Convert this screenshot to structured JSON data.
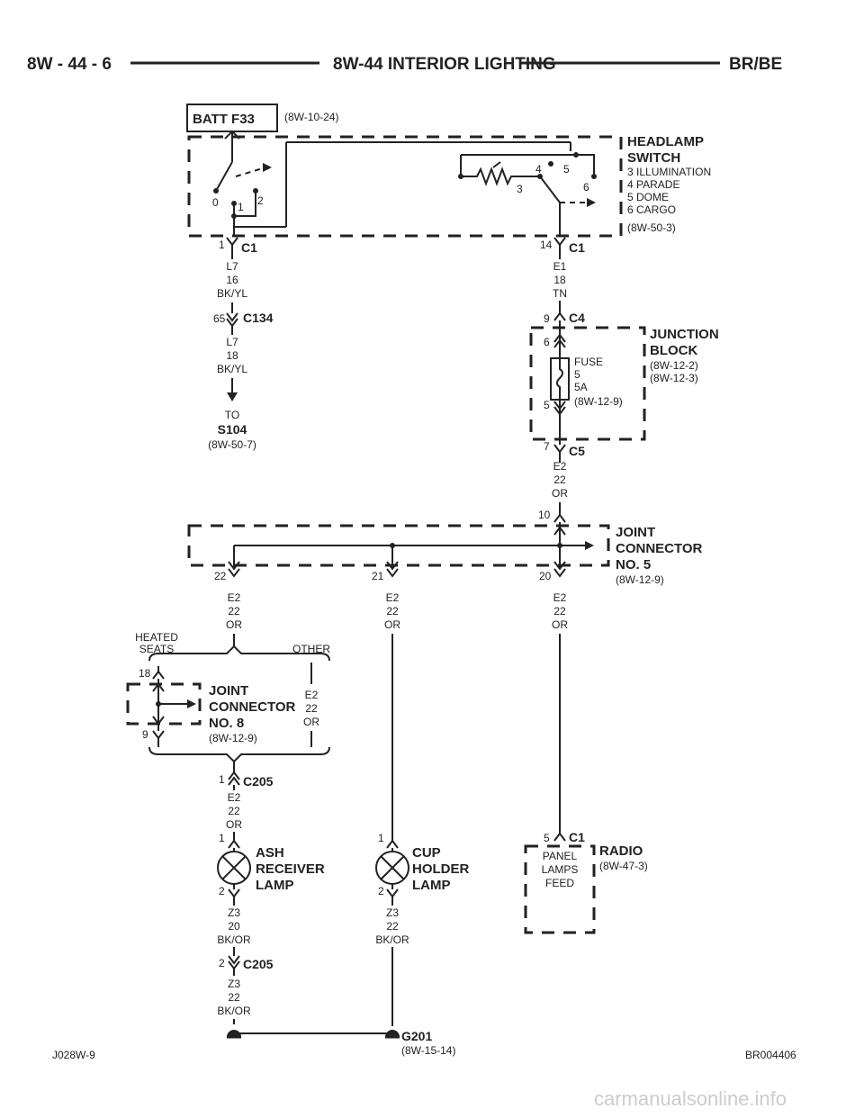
{
  "header": {
    "page_number": "8W - 44 - 6",
    "section_title": "8W-44 INTERIOR LIGHTING",
    "model": "BR/BE"
  },
  "batt": {
    "label": "BATT F33",
    "ref": "(8W-10-24)"
  },
  "headlamp_switch": {
    "title1": "HEADLAMP",
    "title2": "SWITCH",
    "pos3": "3 ILLUMINATION",
    "pos4": "4 PARADE",
    "pos5": "5 DOME",
    "pos6": "6 CARGO",
    "ref": "(8W-50-3)",
    "p0": "0",
    "p1": "1",
    "p2": "2",
    "p3": "3",
    "p4": "4",
    "p5": "5",
    "p6": "6"
  },
  "c1_left": {
    "pin": "1",
    "name": "C1",
    "wire": "L7",
    "gauge": "16",
    "color": "BK/YL"
  },
  "c134": {
    "pin": "65",
    "name": "C134",
    "wire": "L7",
    "gauge": "18",
    "color": "BK/YL"
  },
  "s104": {
    "to": "TO",
    "name": "S104",
    "ref": "(8W-50-7)"
  },
  "c1_right": {
    "pin": "14",
    "name": "C1",
    "wire": "E1",
    "gauge": "18",
    "color": "TN"
  },
  "c4": {
    "pin": "9",
    "name": "C4"
  },
  "junction_block": {
    "title1": "JUNCTION",
    "title2": "BLOCK",
    "ref1": "(8W-12-2)",
    "ref2": "(8W-12-3)",
    "pin_in": "6",
    "pin_out": "5",
    "fuse": "FUSE",
    "fuse_no": "5",
    "fuse_amp": "5A",
    "fuse_ref": "(8W-12-9)"
  },
  "c5": {
    "pin": "7",
    "name": "C5",
    "wire": "E2",
    "gauge": "22",
    "color": "OR"
  },
  "joint5": {
    "in_pin": "10",
    "title1": "JOINT",
    "title2": "CONNECTOR",
    "title3": "NO. 5",
    "ref": "(8W-12-9)",
    "pin22": "22",
    "pin21": "21",
    "pin20": "20"
  },
  "wire_e2": {
    "wire": "E2",
    "gauge": "22",
    "color": "OR"
  },
  "branch": {
    "heated": "HEATED",
    "seats": "SEATS",
    "other": "OTHER"
  },
  "joint8": {
    "pin_in": "18",
    "pin_out": "9",
    "title1": "JOINT",
    "title2": "CONNECTOR",
    "title3": "NO. 8",
    "ref": "(8W-12-9)"
  },
  "c205_top": {
    "pin": "1",
    "name": "C205"
  },
  "ash_lamp": {
    "pin1": "1",
    "pin2": "2",
    "line1": "ASH",
    "line2": "RECEIVER",
    "line3": "LAMP",
    "wire": "Z3",
    "gauge": "20",
    "color": "BK/OR"
  },
  "cup_lamp": {
    "pin1": "1",
    "pin2": "2",
    "line1": "CUP",
    "line2": "HOLDER",
    "line3": "LAMP",
    "wire": "Z3",
    "gauge": "22",
    "color": "BK/OR"
  },
  "c205_bot": {
    "pin": "2",
    "name": "C205",
    "wire": "Z3",
    "gauge": "22",
    "color": "BK/OR"
  },
  "radio": {
    "pin": "5",
    "conn": "C1",
    "title": "RADIO",
    "ref": "(8W-47-3)",
    "feed1": "PANEL",
    "feed2": "LAMPS",
    "feed3": "FEED"
  },
  "ground": {
    "name": "G201",
    "ref": "(8W-15-14)"
  },
  "footer": {
    "left": "J028W-9",
    "right": "BR004406"
  },
  "watermark": "carmanualsonline.info"
}
